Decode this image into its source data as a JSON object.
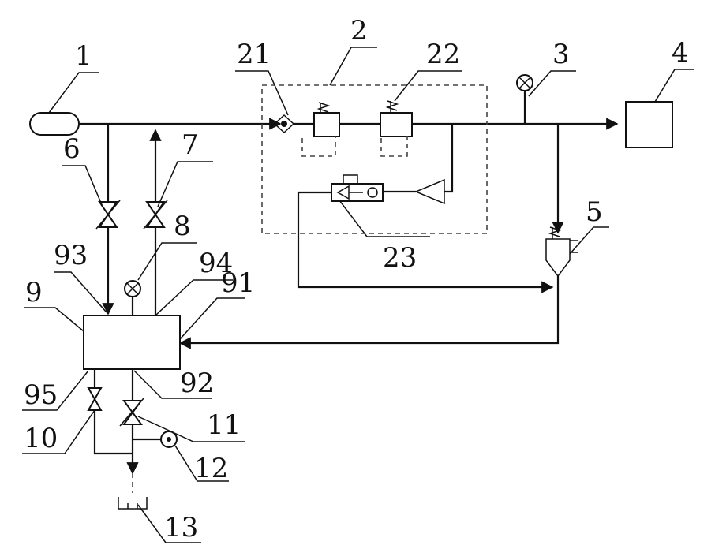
{
  "labels": {
    "l1": "1",
    "l2": "2",
    "l21": "21",
    "l22": "22",
    "l23": "23",
    "l3": "3",
    "l4": "4",
    "l5": "5",
    "l6": "6",
    "l7": "7",
    "l8": "8",
    "l9": "9",
    "l91": "91",
    "l92": "92",
    "l93": "93",
    "l94": "94",
    "l95": "95",
    "l10": "10",
    "l11": "11",
    "l12": "12",
    "l13": "13"
  }
}
